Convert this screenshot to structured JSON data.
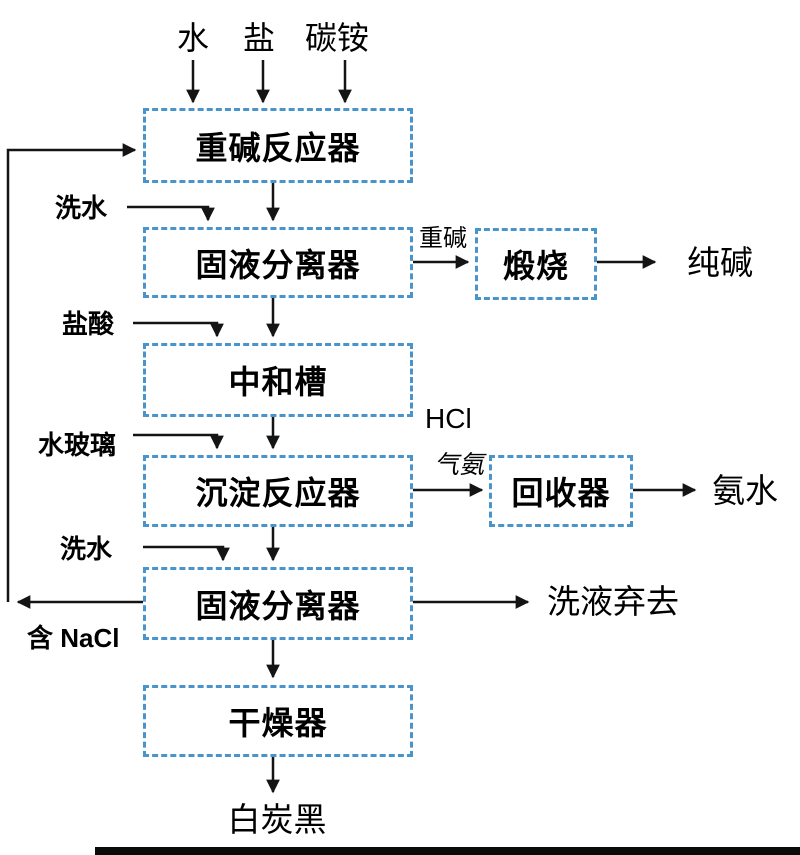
{
  "colors": {
    "box_border": "#4a94cc",
    "line": "#141414",
    "text": "#000000"
  },
  "top_inputs": {
    "water": "水",
    "salt": "盐",
    "ammonium_bicarbonate": "碳铵"
  },
  "side_inputs": {
    "wash_water_1": "洗水",
    "hydrochloric_acid": "盐酸",
    "water_glass": "水玻璃",
    "wash_water_2": "洗水"
  },
  "boxes": {
    "heavy_alkali_reactor": "重碱反应器",
    "solid_liquid_separator_1": "固液分离器",
    "calciner": "煅烧",
    "neutralization_tank": "中和槽",
    "precipitation_reactor": "沉淀反应器",
    "recovery_unit": "回收器",
    "solid_liquid_separator_2": "固液分离器",
    "dryer": "干燥器"
  },
  "stream_labels": {
    "heavy_alkali": "重碱",
    "hcl": "HCl",
    "ammonia_gas": "气氨",
    "contains_nacl": "含 NaCl"
  },
  "outputs": {
    "soda_ash": "纯碱",
    "ammonia_water": "氨水",
    "wash_liquid_discard": "洗液弃去",
    "white_carbon_black": "白炭黑"
  }
}
